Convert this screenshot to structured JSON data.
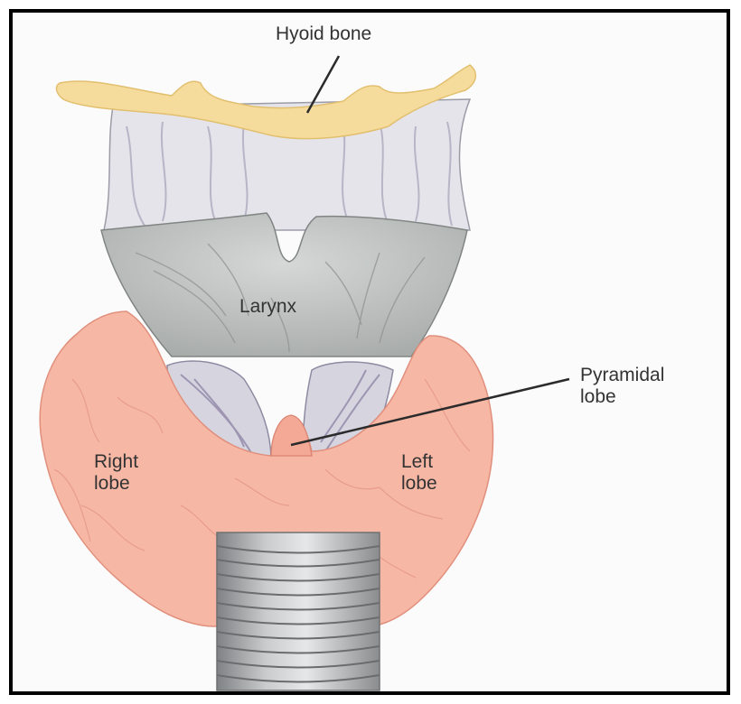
{
  "figure": {
    "border_color": "#000000",
    "background_color": "#fbfbfb"
  },
  "labels": {
    "hyoid_bone": "Hyoid bone",
    "larynx": "Larynx",
    "pyramidal_lobe_line1": "Pyramidal",
    "pyramidal_lobe_line2": "lobe",
    "right_lobe_line1": "Right",
    "right_lobe_line2": "lobe",
    "left_lobe_line1": "Left",
    "left_lobe_line2": "lobe"
  },
  "structures": {
    "hyoid_bone": {
      "color": "#f6dc9c"
    },
    "thyrohyoid_membrane": {
      "color": "#e4e4ea"
    },
    "larynx": {
      "color": "#b4b8b6"
    },
    "thyroid": {
      "color": "#f7b7a5"
    },
    "trachea": {
      "color": "#a8aaac"
    }
  }
}
